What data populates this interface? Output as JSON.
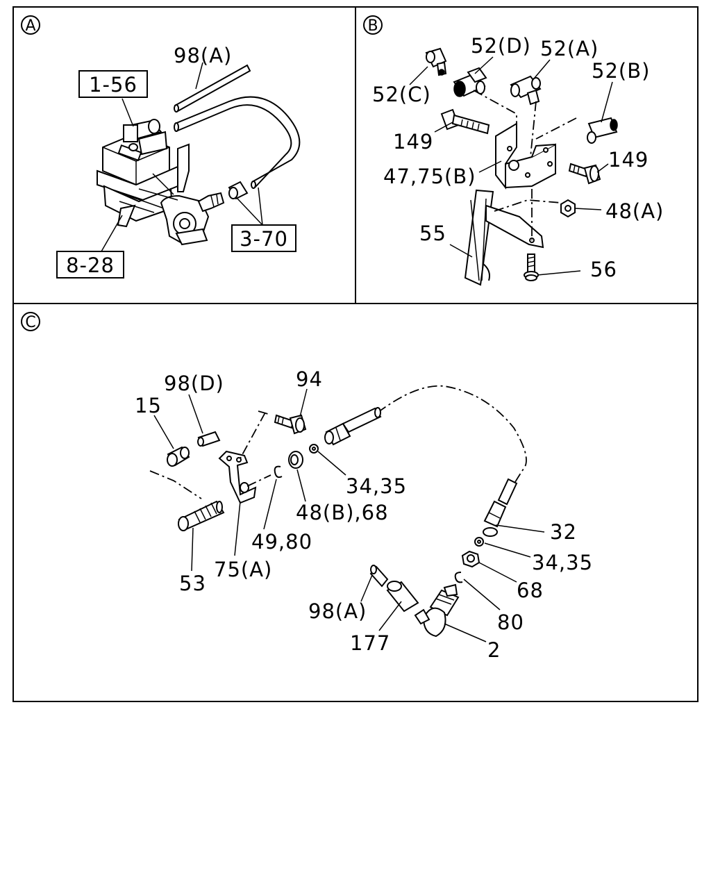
{
  "panels": {
    "A": {
      "marker": "A",
      "labels": {
        "hose": "98(A)",
        "ref_valve": "1-56",
        "ref_pipe": "3-70",
        "ref_engine": "8-28"
      }
    },
    "B": {
      "marker": "B",
      "labels": {
        "tee_d": "52(D)",
        "tee_a": "52(A)",
        "tee_b": "52(B)",
        "tee_c": "52(C)",
        "bolt_top": "149",
        "bolt_right": "149",
        "bracket": "47,75(B)",
        "nut": "48(A)",
        "lever": "55",
        "screw": "56"
      }
    },
    "C": {
      "marker": "C",
      "labels": {
        "pin": "98(D)",
        "bolt": "94",
        "collar": "15",
        "nut_small_top": "34,35",
        "washer_top": "48(B),68",
        "clip_top": "49,80",
        "bracket": "75(A)",
        "stud": "53",
        "cable_end": "32",
        "nut_small_bottom": "34,35",
        "washer_bottom": "68",
        "clip_bottom": "80",
        "hose": "98(A)",
        "sleeve": "177",
        "lever": "2"
      }
    }
  }
}
